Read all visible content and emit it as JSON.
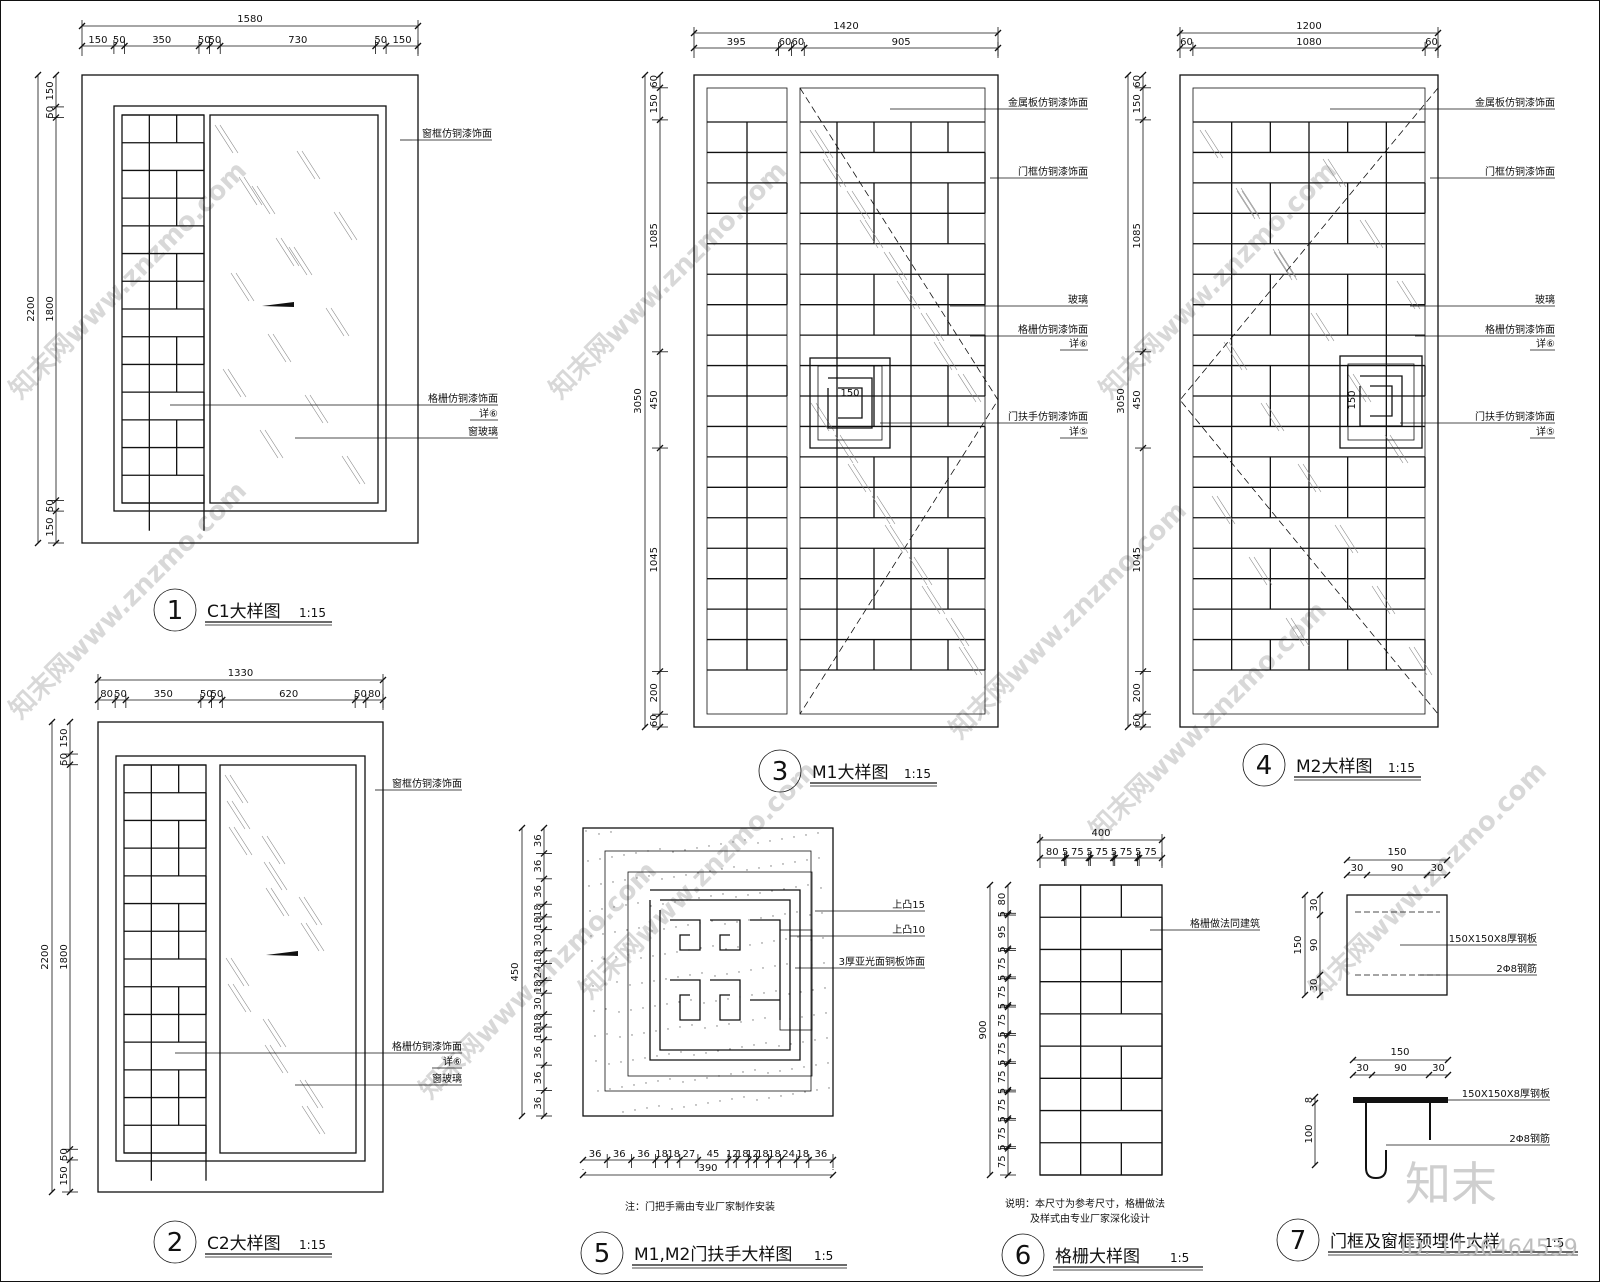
{
  "watermark": {
    "text": "知末网www.znzmo.com",
    "logo": "知末",
    "id": "ID: 1156464539"
  },
  "c1": {
    "num": "1",
    "title": "C1大样图",
    "scale": "1:15",
    "top_total": "1580",
    "top_segs": [
      "150",
      "50",
      "350",
      "50",
      "50",
      "730",
      "50",
      "150"
    ],
    "left_total": "2200",
    "left_segs": [
      "150",
      "50",
      "1800",
      "50",
      "150"
    ],
    "callouts": [
      "窗框仿铜漆饰面",
      "格栅仿铜漆饰面",
      "详⑥",
      "窗玻璃"
    ]
  },
  "c2": {
    "num": "2",
    "title": "C2大样图",
    "scale": "1:15",
    "top_total": "1330",
    "top_segs": [
      "80",
      "50",
      "350",
      "50",
      "50",
      "620",
      "50",
      "80"
    ],
    "left_total": "2200",
    "left_segs": [
      "150",
      "50",
      "1800",
      "50",
      "150"
    ],
    "callouts": [
      "窗框仿铜漆饰面",
      "格栅仿铜漆饰面",
      "详⑥",
      "窗玻璃"
    ]
  },
  "m1": {
    "num": "3",
    "title": "M1大样图",
    "scale": "1:15",
    "top_total": "1420",
    "top_segs": [
      "395",
      "60",
      "60",
      "905"
    ],
    "left_total": "3050",
    "left_segs": [
      "60",
      "150",
      "1085",
      "450",
      "1045",
      "200",
      "60"
    ],
    "handle_dim": "150",
    "callouts": [
      "金属板仿铜漆饰面",
      "门框仿铜漆饰面",
      "玻璃",
      "格栅仿铜漆饰面",
      "详⑥",
      "门扶手仿铜漆饰面",
      "详⑤"
    ]
  },
  "m2": {
    "num": "4",
    "title": "M2大样图",
    "scale": "1:15",
    "top_total": "1200",
    "top_segs": [
      "60",
      "1080",
      "60"
    ],
    "left_total": "3050",
    "left_segs": [
      "60",
      "150",
      "1085",
      "450",
      "1045",
      "200",
      "60"
    ],
    "handle_dim": "150",
    "callouts": [
      "金属板仿铜漆饰面",
      "门框仿铜漆饰面",
      "玻璃",
      "格栅仿铜漆饰面",
      "详⑥",
      "门扶手仿铜漆饰面",
      "详⑤"
    ]
  },
  "handle": {
    "num": "5",
    "title": "M1,M2门扶手大样图",
    "scale": "1:5",
    "left_total": "450",
    "left_segs": [
      "36",
      "36",
      "36",
      "18",
      "18",
      "30",
      "18",
      "24",
      "18",
      "30",
      "18",
      "18",
      "36",
      "36",
      "36"
    ],
    "bottom_segs": [
      "36",
      "36",
      "36",
      "18",
      "18",
      "27",
      "45",
      "12",
      "18",
      "12",
      "18",
      "18",
      "24",
      "18",
      "36"
    ],
    "bottom_total": "390",
    "callouts": [
      "上凸15",
      "上凸10",
      "3厚亚光面铜板饰面"
    ],
    "note": "注：门把手需由专业厂家制作安装"
  },
  "grille": {
    "num": "6",
    "title": "格栅大样图",
    "scale": "1:5",
    "top_total": "400",
    "top_segs": [
      "80",
      "5",
      "75",
      "5",
      "75",
      "5",
      "75",
      "5",
      "75"
    ],
    "left_total": "900",
    "left_segs": [
      "80",
      "5",
      "95",
      "5",
      "75",
      "5",
      "75",
      "5",
      "75",
      "5",
      "75",
      "5",
      "75",
      "5",
      "75",
      "5",
      "75",
      "5",
      "75"
    ],
    "callouts": [
      "格栅做法同建筑"
    ],
    "note1": "说明：本尺寸为参考尺寸，格栅做法",
    "note2": "及样式由专业厂家深化设计"
  },
  "embed": {
    "num": "7",
    "title": "门框及窗框预埋件大样",
    "scale": "1:5",
    "plan_top_total": "150",
    "plan_top_segs": [
      "30",
      "90",
      "30"
    ],
    "plan_left_total": "150",
    "plan_left_segs": [
      "30",
      "90",
      "30"
    ],
    "sec_top_total": "150",
    "sec_top_segs": [
      "30",
      "90",
      "30"
    ],
    "sec_left_segs": [
      "8",
      "100"
    ],
    "callouts": [
      "150X150X8厚钢板",
      "2Φ8钢筋",
      "150X150X8厚钢板",
      "2Φ8钢筋"
    ]
  }
}
